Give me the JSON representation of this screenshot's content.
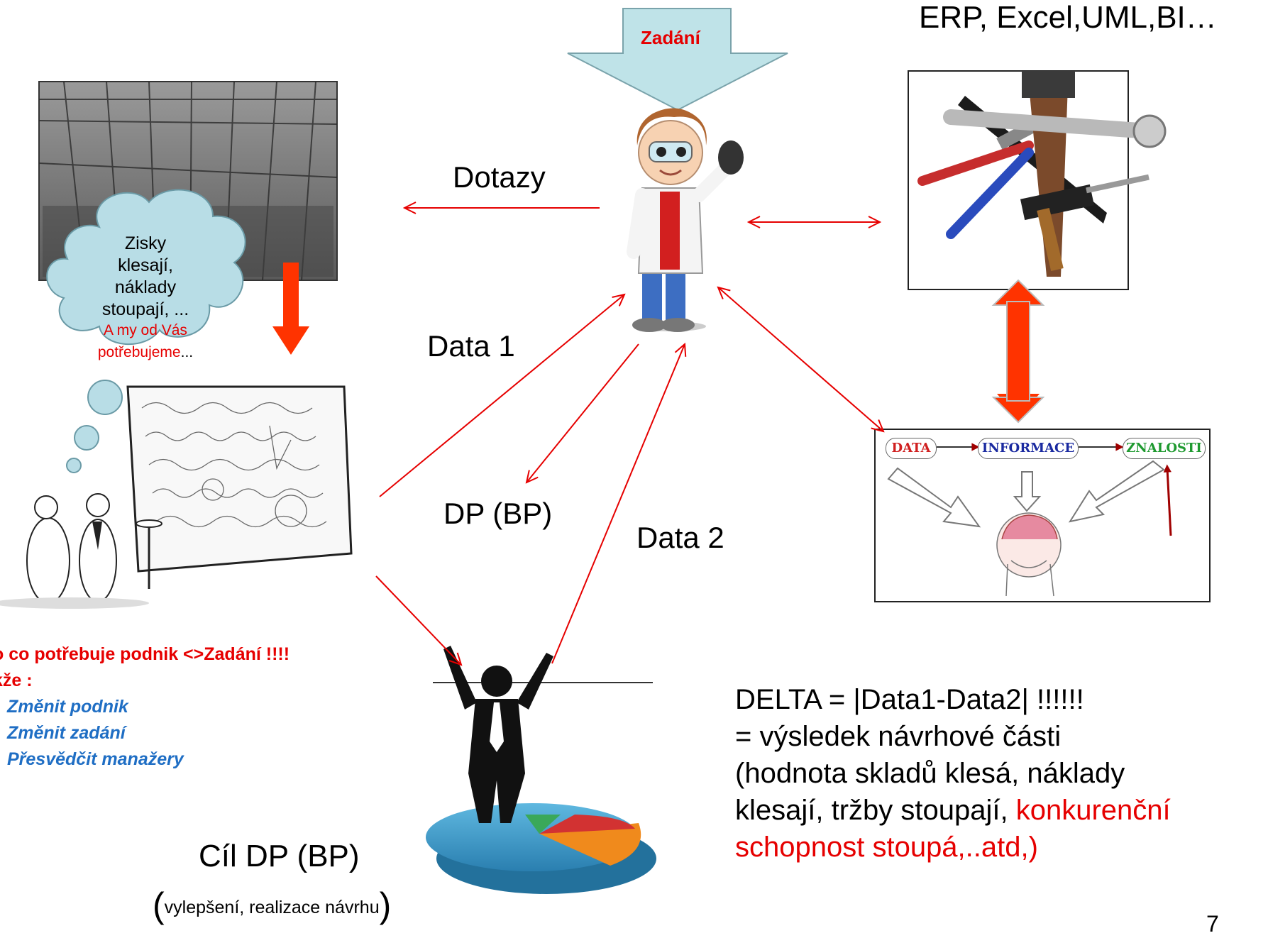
{
  "header": {
    "tools_label": "ERP, Excel,UML,BI…",
    "zadani_label": "Zadání"
  },
  "flow_labels": {
    "dotazy": "Dotazy",
    "data1": "Data 1",
    "dpbp": "DP (BP)",
    "data2": "Data 2"
  },
  "cloud": {
    "line1": "Zisky",
    "line2": "klesají,",
    "line3": "náklady",
    "line4": "stoupají, ...",
    "red1": "A my od Vás",
    "red2": "potřebujeme",
    "tail": "..."
  },
  "left_notes": {
    "line1": "o co potřebuje podnik <>Zadání !!!!",
    "line2": "kže :",
    "items": [
      "Změnit podnik",
      "Změnit zadání",
      "Přesvědčit manažery"
    ]
  },
  "cil": {
    "title": "Cíl DP (BP)",
    "open_paren": "(",
    "subtitle": "vylepšení, realizace návrhu",
    "close_paren": ")"
  },
  "delta": {
    "line1": "DELTA = |Data1-Data2| !!!!!!",
    "line2": "= výsledek návrhové části",
    "line3": "(hodnota skladů klesá, náklady",
    "line4a": "klesají, tržby stoupají, ",
    "line4b": "konkurenční",
    "line5": "schopnost stoupá,..atd,)"
  },
  "dik": {
    "data": "DATA",
    "informace": "INFORMACE",
    "znalosti": "ZNALOSTI"
  },
  "colors": {
    "arrow_red": "#e60000",
    "thick_arrow": "#ff3300",
    "zadani_fill": "#bfe3e8",
    "cloud_fill": "#b8dde6",
    "note_blue": "#1f6ec4"
  },
  "icons": [
    "factory-photo",
    "scientists-blackboard-cartoon",
    "scientist-character",
    "tools-photo",
    "businessman-on-pie-chart",
    "brain-sketch"
  ],
  "page_number": "7"
}
